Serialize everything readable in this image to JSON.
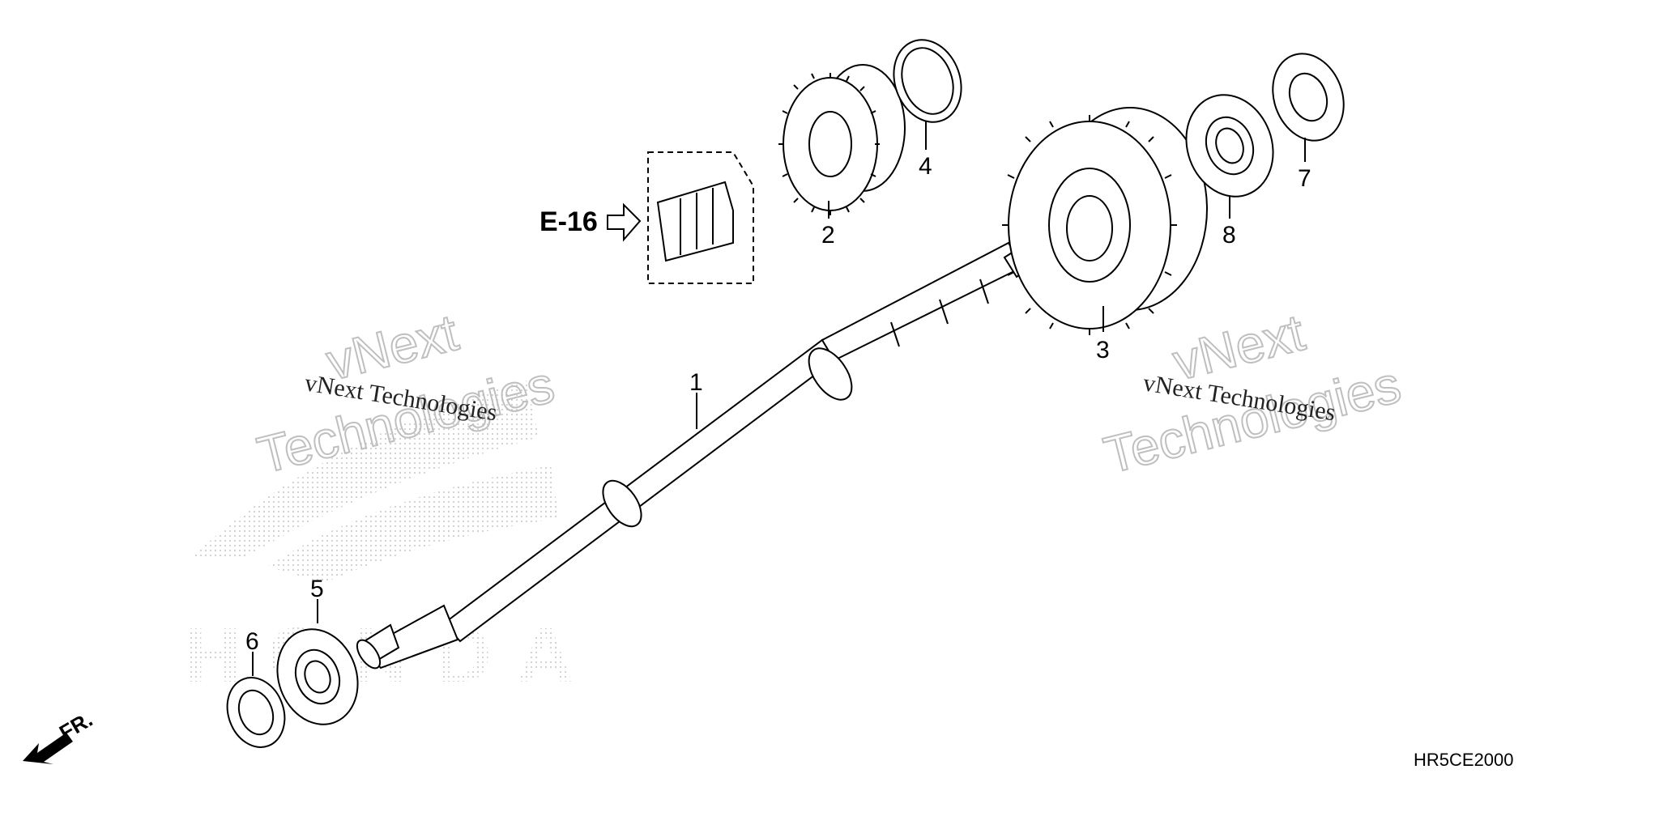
{
  "callouts": [
    {
      "num": "1",
      "part": "shaft"
    },
    {
      "num": "2",
      "part": "small-gear"
    },
    {
      "num": "3",
      "part": "large-gear"
    },
    {
      "num": "4",
      "part": "thin-washer"
    },
    {
      "num": "5",
      "part": "left-bearing"
    },
    {
      "num": "6",
      "part": "left-seal"
    },
    {
      "num": "7",
      "part": "right-seal"
    },
    {
      "num": "8",
      "part": "right-bearing"
    }
  ],
  "reference": {
    "label": "E-16",
    "icon": "arrow-left-icon"
  },
  "front_indicator": {
    "label": "FR.",
    "icon": "front-arrow-icon"
  },
  "diagram_code": "HR5CE2000",
  "watermarks": {
    "brand_large": "vNext",
    "brand_large_line2": "Technologies",
    "brand_small": "vNext Technologies"
  },
  "background_logo_text": "HONDA",
  "colors": {
    "line": "#000000",
    "watermark": "#bfbfbf",
    "logo": "#d8d8d8"
  }
}
